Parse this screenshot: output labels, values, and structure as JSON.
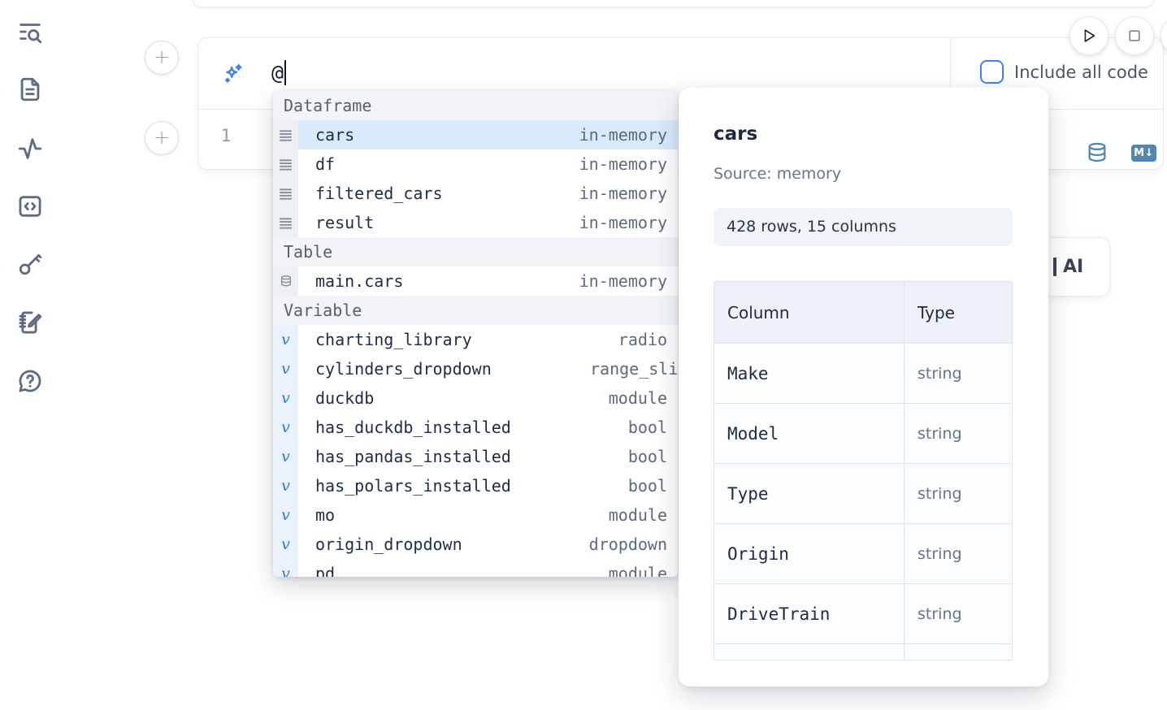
{
  "sidebar": {
    "icons": [
      {
        "name": "list-search-icon"
      },
      {
        "name": "file-document-icon"
      },
      {
        "name": "activity-icon"
      },
      {
        "name": "code-block-icon"
      },
      {
        "name": "key-icon"
      },
      {
        "name": "notebook-edit-icon"
      },
      {
        "name": "help-chat-icon"
      }
    ]
  },
  "run_controls": {
    "play": "play-icon",
    "stop": "stop-icon"
  },
  "ai_cell": {
    "sparkle_icon": "sparkles-icon",
    "prompt_value": "@",
    "include_all_code": {
      "label": "Include all code",
      "checked": false
    }
  },
  "code_cell": {
    "line_number": "1",
    "datasource_icon": "database-icon",
    "markdown_badge": "M↓"
  },
  "completion": {
    "sections": [
      {
        "label": "Dataframe",
        "items": [
          {
            "name": "cars",
            "type": "in-memory",
            "row_class": "selected"
          },
          {
            "name": "df",
            "type": "in-memory"
          },
          {
            "name": "filtered_cars",
            "type": "in-memory"
          },
          {
            "name": "result",
            "type": "in-memory"
          }
        ]
      },
      {
        "label": "Table",
        "items": [
          {
            "name": "main.cars",
            "type": "in-memory"
          }
        ]
      },
      {
        "label": "Variable",
        "items": [
          {
            "name": "charting_library",
            "type": "radio"
          },
          {
            "name": "cylinders_dropdown",
            "type": "range_slider",
            "type_class": "clip"
          },
          {
            "name": "duckdb",
            "type": "module"
          },
          {
            "name": "has_duckdb_installed",
            "type": "bool"
          },
          {
            "name": "has_pandas_installed",
            "type": "bool"
          },
          {
            "name": "has_polars_installed",
            "type": "bool"
          },
          {
            "name": "mo",
            "type": "module"
          },
          {
            "name": "origin_dropdown",
            "type": "dropdown"
          },
          {
            "name": "pd",
            "type": "module"
          }
        ]
      }
    ]
  },
  "preview_panel": {
    "title": "cars",
    "source": "Source: memory",
    "shape": "428 rows, 15 columns",
    "schema": {
      "headers": {
        "column": "Column",
        "type": "Type"
      },
      "rows": [
        {
          "column": "Make",
          "type": "string"
        },
        {
          "column": "Model",
          "type": "string"
        },
        {
          "column": "Type",
          "type": "string"
        },
        {
          "column": "Origin",
          "type": "string"
        },
        {
          "column": "DriveTrain",
          "type": "string"
        }
      ]
    }
  },
  "background_button": {
    "visible_label": "AI"
  },
  "colors": {
    "accent": "#3c82f6",
    "steel": "#5586ad",
    "selection": "#d9eafc"
  }
}
